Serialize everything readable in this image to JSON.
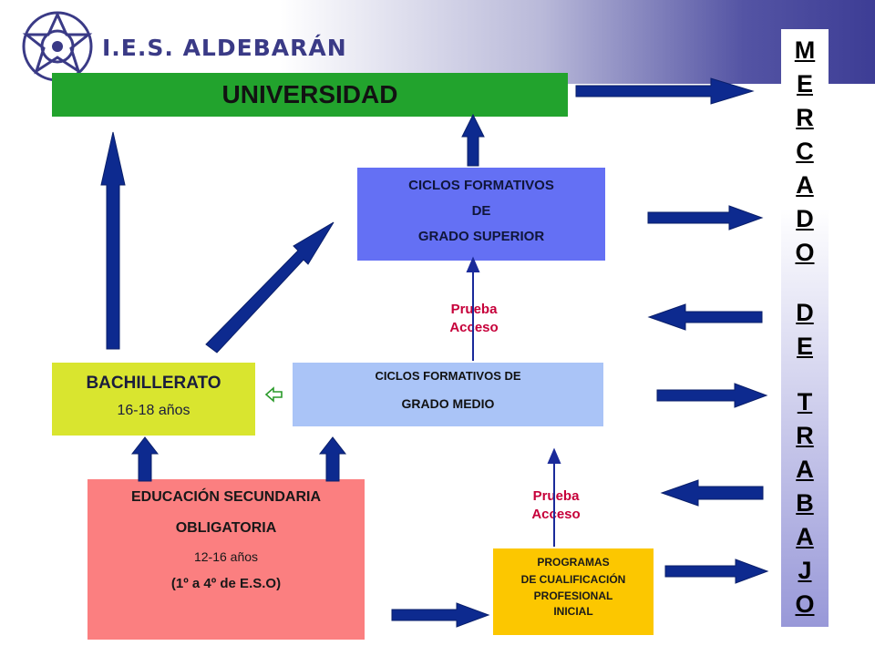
{
  "header": {
    "school_name": "I.E.S. ALDEBARÁN",
    "logo_icon": "star-of-aldebaran-logo"
  },
  "boxes": {
    "universidad": "UNIVERSIDAD",
    "ciclos_superior": [
      "CICLOS FORMATIVOS",
      "DE",
      "GRADO SUPERIOR"
    ],
    "ciclos_medio": [
      "CICLOS FORMATIVOS DE",
      "GRADO MEDIO"
    ],
    "bachillerato": {
      "title": "BACHILLERATO",
      "ages": "16-18 años"
    },
    "eso": {
      "line1": "EDUCACIÓN SECUNDARIA",
      "line2": "OBLIGATORIA",
      "ages": "12-16 años",
      "courses": "(1º a 4º de E.S.O)"
    },
    "pcpi": [
      "PROGRAMAS",
      "DE CUALIFICACIÓN",
      "PROFESIONAL",
      "INICIAL"
    ]
  },
  "access_tests": {
    "upper": [
      "Prueba",
      "Acceso"
    ],
    "lower": [
      "Prueba",
      "Acceso"
    ]
  },
  "mercado_letters": [
    "M",
    "E",
    "R",
    "C",
    "A",
    "D",
    "O",
    "D",
    "E",
    "T",
    "R",
    "A",
    "B",
    "A",
    "J",
    "O"
  ],
  "colors": {
    "universidad": "#22a32d",
    "ciclos_superior": "#6470f4",
    "ciclos_medio": "#aac4f7",
    "bachillerato": "#d9e52f",
    "eso": "#fb7f80",
    "pcpi": "#fcc700",
    "arrow": "#0d2a8f",
    "prueba_text": "#c6003a"
  }
}
